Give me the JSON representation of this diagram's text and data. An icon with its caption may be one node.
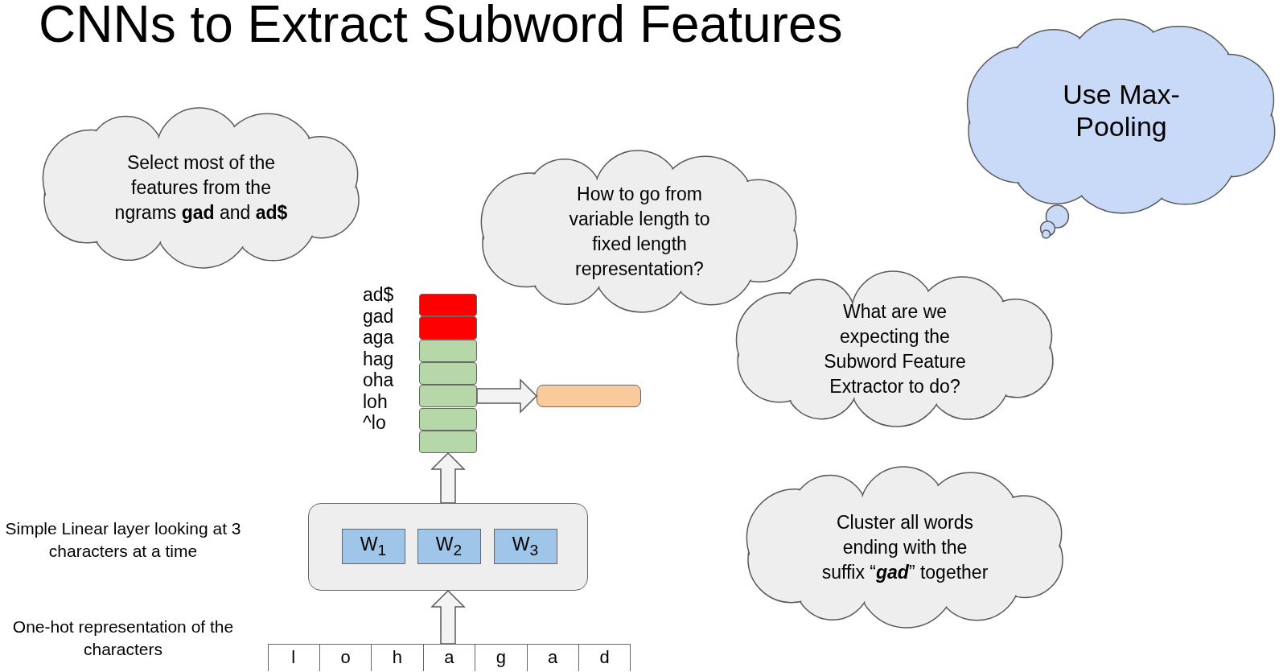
{
  "diagram": {
    "title": "CNNs to Extract Subword Features",
    "nodes": [
      {
        "text": [
          "Select most of the features from the ngrams **gad** and **ad$**"
        ]
      },
      {
        "text": [
          "How to go from variable length to fixed length representation?"
        ]
      },
      {
        "text": [
          "Use Max-Pooling"
        ]
      },
      {
        "text": [
          "What are we expecting the Subword Feature Extractor to do?"
        ]
      },
      {
        "text": [
          "Cluster all words ending with the suffix “**gad**” together"
        ]
      },
      {
        "text": [],
        "shape": "box",
        "beside": [
          "Simple Linear layer looking at 3 characters at a time"
        ]
      },
      {
        "text": [
          "W$_{1}$"
        ],
        "in": 5
      },
      {
        "text": [
          "W$_{2}$"
        ],
        "in": 5
      },
      {
        "text": [
          "W$_{3}$"
        ],
        "in": 5
      },
      {
        "text": [],
        "shape": "box",
        "beside": [
          "One-hot representation of the characters"
        ]
      },
      {
        "text": [
          "l"
        ],
        "in": 9
      },
      {
        "text": [
          "o"
        ],
        "in": 9
      },
      {
        "text": [
          "h"
        ],
        "in": 9
      },
      {
        "text": [
          "a"
        ],
        "in": 9
      },
      {
        "text": [
          "g"
        ],
        "in": 9
      },
      {
        "text": [
          "a"
        ],
        "in": 9
      },
      {
        "text": [
          "d"
        ],
        "in": 9
      },
      {
        "text": [],
        "shape": "bar",
        "beside": [
          "ad$",
          "gad",
          "aga",
          "hag",
          "oha",
          "loh",
          "^lo"
        ]
      },
      {
        "text": [],
        "shape": "box",
        "in": 17
      },
      {
        "text": [],
        "shape": "box",
        "in": 17
      },
      {
        "text": [],
        "shape": "box",
        "in": 17
      },
      {
        "text": [],
        "shape": "box",
        "in": 17
      },
      {
        "text": [],
        "shape": "box",
        "in": 17
      },
      {
        "text": [],
        "shape": "box",
        "in": 17
      },
      {
        "text": [],
        "shape": "box",
        "in": 17
      },
      {
        "text": [],
        "shape": "bar"
      }
    ],
    "edges": [
      {
        "from": 9,
        "to": 5,
        "arrow": "to"
      },
      {
        "from": 5,
        "to": 17,
        "arrow": "to"
      },
      {
        "from": 17,
        "to": 25,
        "arrow": "to"
      }
    ]
  }
}
